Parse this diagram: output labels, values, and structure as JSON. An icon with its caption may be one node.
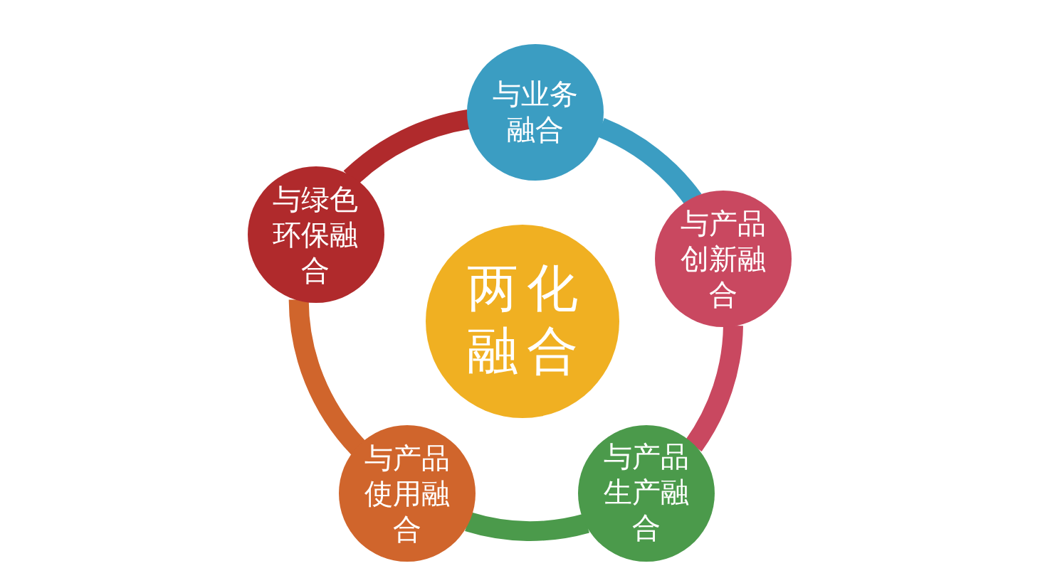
{
  "diagram": {
    "nodes": [
      {
        "text": [
          "与业务融合"
        ]
      },
      {
        "text": [
          "与绿色环保融合"
        ]
      },
      {
        "text": [
          "与产品创新融合"
        ]
      },
      {
        "text": [
          "两化融合"
        ]
      },
      {
        "text": [
          "与产品使用融合"
        ]
      },
      {
        "text": [
          "与产品生产融合"
        ]
      }
    ],
    "edges": [
      {
        "from": 0,
        "to": 2,
        "arrow": "none",
        "color": "#3b9dc2"
      },
      {
        "from": 2,
        "to": 5,
        "arrow": "none",
        "color": "#c94860"
      },
      {
        "from": 5,
        "to": 4,
        "arrow": "none",
        "color": "#4b9a4b"
      },
      {
        "from": 4,
        "to": 1,
        "arrow": "none",
        "color": "#d0652c"
      },
      {
        "from": 1,
        "to": 0,
        "arrow": "none",
        "color": "#b02a2c"
      }
    ]
  }
}
